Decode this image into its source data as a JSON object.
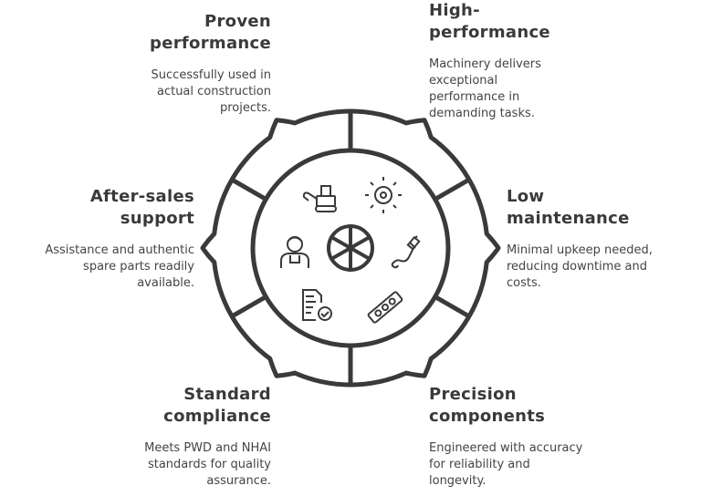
{
  "center_icon": "wheel-icon",
  "items": [
    {
      "title": "Proven performance",
      "description": "Successfully used in actual construction projects.",
      "icon": "excavator-icon"
    },
    {
      "title": "High-performance",
      "description": "Machinery delivers exceptional performance in demanding tasks.",
      "icon": "gear-icon"
    },
    {
      "title": "Low maintenance",
      "description": "Minimal upkeep needed, reducing downtime and costs.",
      "icon": "plug-icon"
    },
    {
      "title": "Precision components",
      "description": "Engineered with accuracy for reliability and longevity.",
      "icon": "spirit-level-icon"
    },
    {
      "title": "Standard compliance",
      "description": "Meets PWD and NHAI standards for quality assurance.",
      "icon": "certified-document-icon"
    },
    {
      "title": "After-sales support",
      "description": "Assistance and authentic spare parts readily available.",
      "icon": "worker-icon"
    }
  ],
  "colors": {
    "stroke": "#3a3a3a",
    "background": "#ffffff"
  }
}
